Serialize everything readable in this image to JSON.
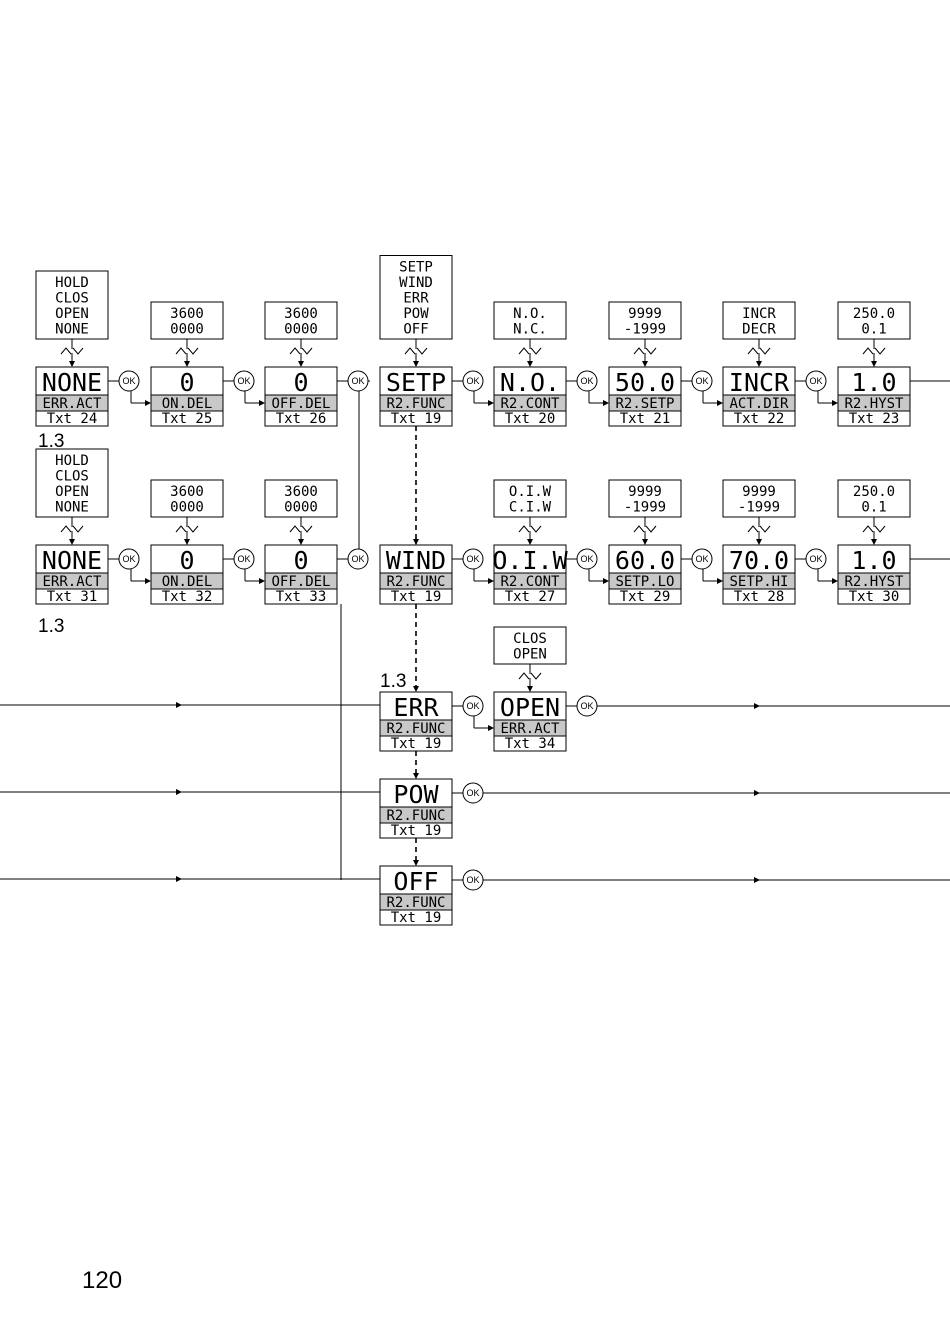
{
  "ok_label": "OK",
  "section_labels": [
    "1.3",
    "1.3",
    "1.3"
  ],
  "page_number": "120",
  "row1": [
    {
      "value": "NONE",
      "name": "ERR.ACT",
      "txt": "Txt 24",
      "options": [
        "HOLD",
        "CLOS",
        "OPEN",
        "NONE"
      ]
    },
    {
      "value": "0",
      "name": "ON.DEL",
      "txt": "Txt 25",
      "options": [
        "3600",
        "0000"
      ]
    },
    {
      "value": "0",
      "name": "OFF.DEL",
      "txt": "Txt 26",
      "options": [
        "3600",
        "0000"
      ]
    },
    {
      "value": "SETP",
      "name": "R2.FUNC",
      "txt": "Txt 19",
      "options": [
        "SETP",
        "WIND",
        "ERR",
        "POW",
        "OFF"
      ]
    },
    {
      "value": "N.O.",
      "name": "R2.CONT",
      "txt": "Txt 20",
      "options": [
        "N.O.",
        "N.C."
      ]
    },
    {
      "value": "50.0",
      "name": "R2.SETP",
      "txt": "Txt 21",
      "options": [
        "9999",
        "-1999"
      ]
    },
    {
      "value": "INCR",
      "name": "ACT.DIR",
      "txt": "Txt 22",
      "options": [
        "INCR",
        "DECR"
      ]
    },
    {
      "value": "1.0",
      "name": "R2.HYST",
      "txt": "Txt 23",
      "options": [
        "250.0",
        "0.1"
      ]
    }
  ],
  "row2": [
    {
      "value": "NONE",
      "name": "ERR.ACT",
      "txt": "Txt 31",
      "options": [
        "HOLD",
        "CLOS",
        "OPEN",
        "NONE"
      ]
    },
    {
      "value": "0",
      "name": "ON.DEL",
      "txt": "Txt 32",
      "options": [
        "3600",
        "0000"
      ]
    },
    {
      "value": "0",
      "name": "OFF.DEL",
      "txt": "Txt 33",
      "options": [
        "3600",
        "0000"
      ]
    },
    {
      "value": "WIND",
      "name": "R2.FUNC",
      "txt": "Txt 19",
      "options": []
    },
    {
      "value": "O.I.W",
      "name": "R2.CONT",
      "txt": "Txt 27",
      "options": [
        "O.I.W",
        "C.I.W"
      ]
    },
    {
      "value": "60.0",
      "name": "SETP.LO",
      "txt": "Txt 29",
      "options": [
        "9999",
        "-1999"
      ]
    },
    {
      "value": "70.0",
      "name": "SETP.HI",
      "txt": "Txt 28",
      "options": [
        "9999",
        "-1999"
      ]
    },
    {
      "value": "1.0",
      "name": "R2.HYST",
      "txt": "Txt 30",
      "options": [
        "250.0",
        "0.1"
      ]
    }
  ],
  "row3": [
    {
      "value": "ERR",
      "name": "R2.FUNC",
      "txt": "Txt 19",
      "options": []
    },
    {
      "value": "OPEN",
      "name": "ERR.ACT",
      "txt": "Txt 34",
      "options": [
        "CLOS",
        "OPEN"
      ]
    }
  ],
  "row4": [
    {
      "value": "POW",
      "name": "R2.FUNC",
      "txt": "Txt 19",
      "options": []
    }
  ],
  "row5": [
    {
      "value": "OFF",
      "name": "R2.FUNC",
      "txt": "Txt 19",
      "options": []
    }
  ]
}
